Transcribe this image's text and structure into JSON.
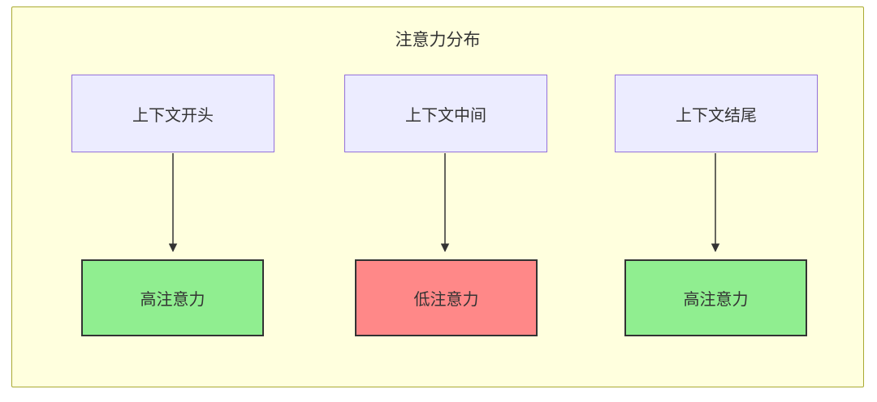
{
  "diagram": {
    "title": "注意力分布",
    "top_nodes": [
      {
        "id": "context-start",
        "label": "上下文开头"
      },
      {
        "id": "context-middle",
        "label": "上下文中间"
      },
      {
        "id": "context-end",
        "label": "上下文结尾"
      }
    ],
    "bottom_nodes": [
      {
        "id": "high-attention-1",
        "label": "高注意力",
        "state": "high"
      },
      {
        "id": "low-attention",
        "label": "低注意力",
        "state": "low"
      },
      {
        "id": "high-attention-2",
        "label": "高注意力",
        "state": "high"
      }
    ],
    "edges": [
      {
        "from": "context-start",
        "to": "high-attention-1"
      },
      {
        "from": "context-middle",
        "to": "low-attention"
      },
      {
        "from": "context-end",
        "to": "high-attention-2"
      }
    ],
    "colors": {
      "container_fill": "#ffffde",
      "container_border": "#aaaa33",
      "top_node_fill": "#ECECFF",
      "top_node_border": "#9370DB",
      "high_attention_fill": "#90EE90",
      "low_attention_fill": "#FF8888",
      "bottom_node_border": "#333333",
      "arrow": "#333333",
      "text": "#333333"
    }
  }
}
